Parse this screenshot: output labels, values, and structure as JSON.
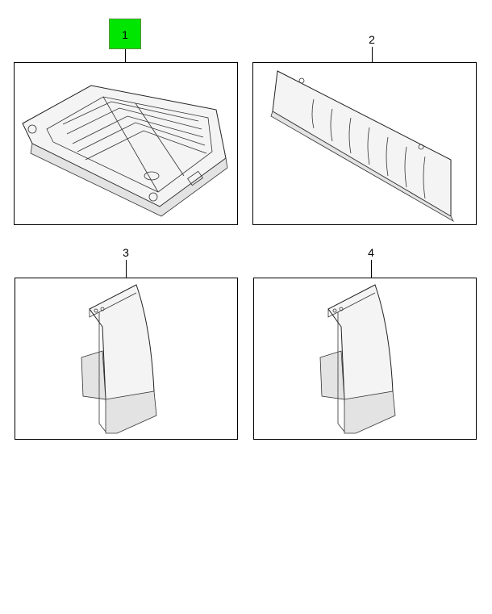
{
  "callouts": [
    {
      "label": "1",
      "highlighted": true,
      "highlight_color": "#00e600"
    },
    {
      "label": "2",
      "highlighted": false
    },
    {
      "label": "3",
      "highlighted": false
    },
    {
      "label": "4",
      "highlighted": false
    }
  ],
  "parts": [
    {
      "callout": "1",
      "depiction": "roof-panel"
    },
    {
      "callout": "2",
      "depiction": "rear-panel"
    },
    {
      "callout": "3",
      "depiction": "corner-panel"
    },
    {
      "callout": "4",
      "depiction": "corner-panel"
    }
  ]
}
